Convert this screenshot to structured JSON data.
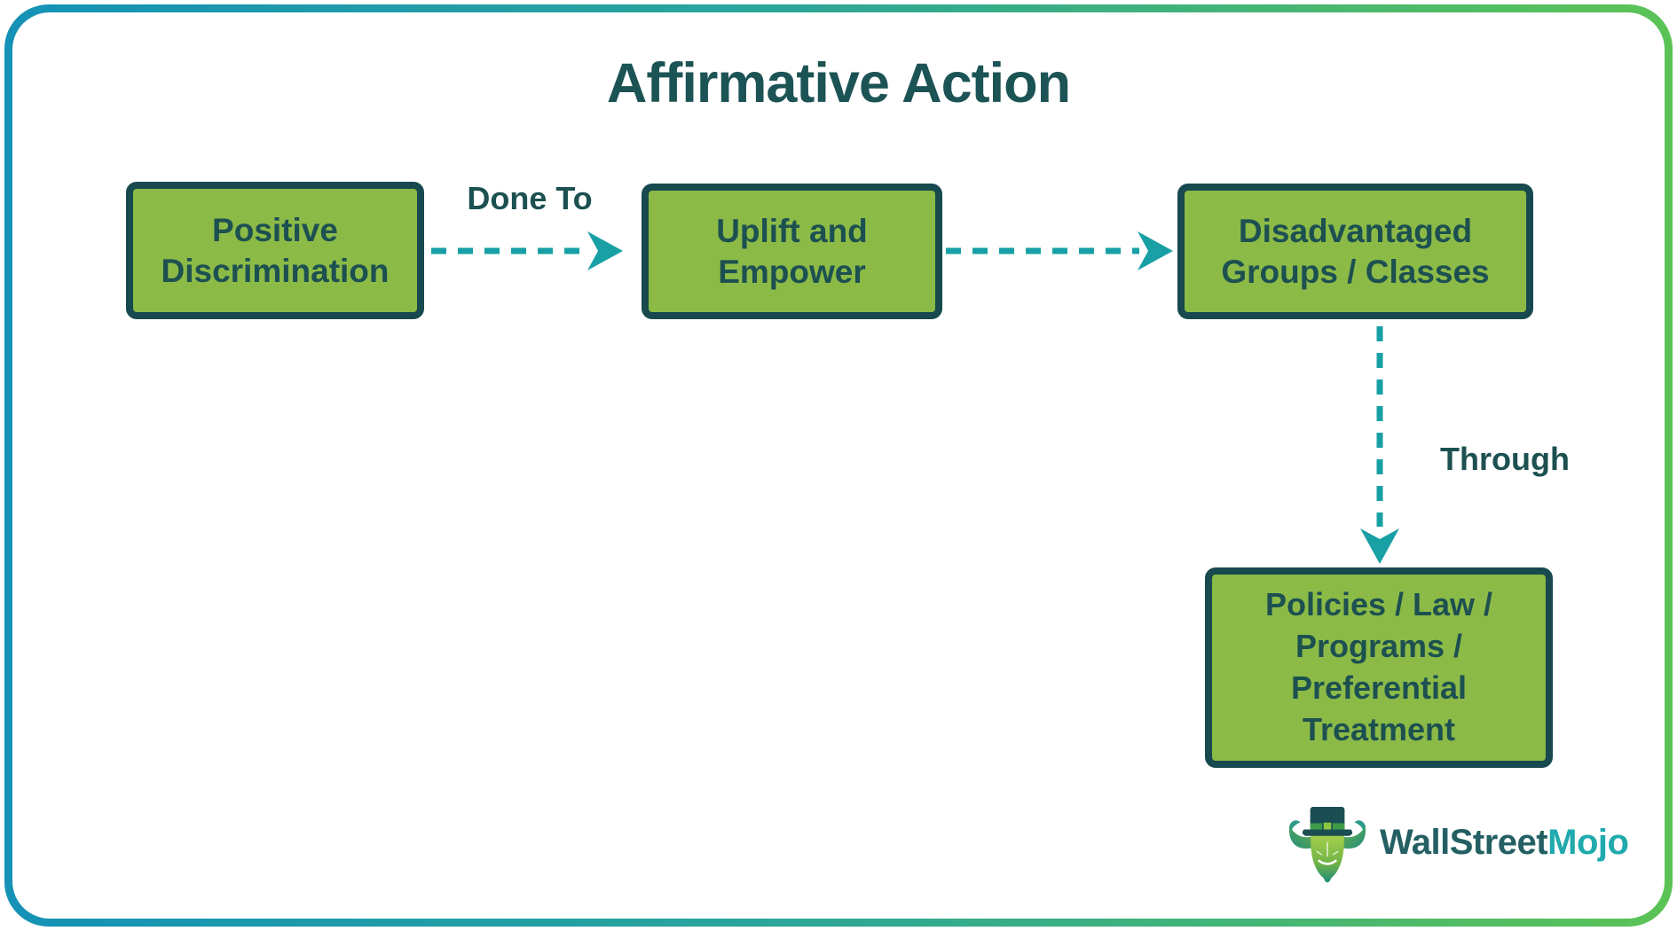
{
  "title": "Affirmative Action",
  "diagram": {
    "type": "flowchart",
    "nodes": [
      {
        "id": "positive-discrimination",
        "label": "Positive\nDiscrimination"
      },
      {
        "id": "uplift-and-empower",
        "label": "Uplift and\nEmpower"
      },
      {
        "id": "disadvantaged-groups",
        "label": "Disadvantaged\nGroups / Classes"
      },
      {
        "id": "policies-law-programs",
        "label": "Policies / Law /\nPrograms /\nPreferential\nTreatment"
      }
    ],
    "edges": [
      {
        "from": "positive-discrimination",
        "to": "uplift-and-empower",
        "label": "Done To",
        "style": "dashed-arrow"
      },
      {
        "from": "uplift-and-empower",
        "to": "disadvantaged-groups",
        "label": "",
        "style": "dashed-arrow"
      },
      {
        "from": "disadvantaged-groups",
        "to": "policies-law-programs",
        "label": "Through",
        "style": "dashed-arrow"
      }
    ]
  },
  "logo": {
    "brand_primary": "WallStreet",
    "brand_secondary": "Mojo",
    "mascot": "bull-with-top-hat"
  },
  "colors": {
    "node_fill": "#8CBA47",
    "node_border": "#17494E",
    "text_dark_teal": "#1C5051",
    "arrow_teal": "#18A0A5",
    "border_gradient": [
      "#1592B6",
      "#2AA59B",
      "#5BC355"
    ],
    "background": "#FFFFFF"
  }
}
